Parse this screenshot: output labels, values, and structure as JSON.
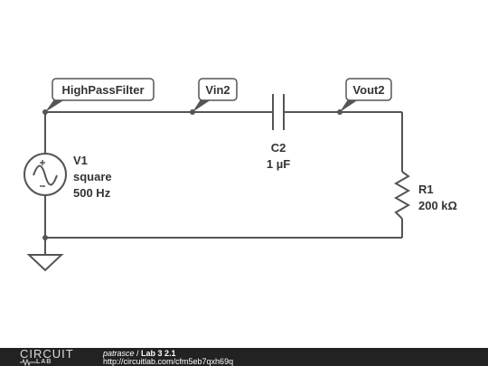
{
  "labels": {
    "node_a": "HighPassFilter",
    "node_b": "Vin2",
    "node_c": "Vout2"
  },
  "components": {
    "source": {
      "name": "V1",
      "type": "square",
      "frequency": "500 Hz"
    },
    "capacitor": {
      "name": "C2",
      "value": "1 µF"
    },
    "resistor": {
      "name": "R1",
      "value": "200 kΩ"
    }
  },
  "footer": {
    "logo_top": "CIRCUIT",
    "logo_bottom": "LAB",
    "author": "patrasce",
    "separator": " / ",
    "title": "Lab 3 2.1",
    "url": "http://circuitlab.com/cfm5eb7qxh69q"
  },
  "colors": {
    "wire": "#555555",
    "text": "#333333",
    "footer_bg": "#222222"
  }
}
